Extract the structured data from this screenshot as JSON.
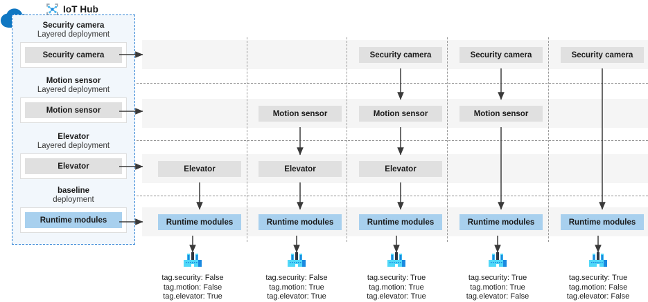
{
  "hub": {
    "title": "IoT Hub",
    "icon": "iot-hub-icon",
    "cloud_icon": "cloud-icon",
    "accent_color": "#2a7fd4",
    "panel_bg": "#f2f7fc",
    "groups": [
      {
        "title": "Security camera",
        "subtitle": "Layered deployment",
        "box_label": "Security camera",
        "box_color": "#e0e0e0"
      },
      {
        "title": "Motion sensor",
        "subtitle": "Layered deployment",
        "box_label": "Motion sensor",
        "box_color": "#e0e0e0"
      },
      {
        "title": "Elevator",
        "subtitle": "Layered deployment",
        "box_label": "Elevator",
        "box_color": "#e0e0e0"
      },
      {
        "title": "baseline",
        "subtitle": "deployment",
        "box_label": "Runtime modules",
        "box_color": "#a8d0ee"
      }
    ]
  },
  "matrix": {
    "row_labels": [
      "Security camera",
      "Motion sensor",
      "Elevator",
      "Runtime modules"
    ],
    "columns": [
      {
        "index": 1,
        "cells": [
          null,
          null,
          "Elevator",
          "Runtime modules"
        ],
        "device_icon": "factory-icon",
        "tags": [
          "tag.security: False",
          "tag.motion: False",
          "tag.elevator: True"
        ]
      },
      {
        "index": 2,
        "cells": [
          null,
          "Motion sensor",
          "Elevator",
          "Runtime modules"
        ],
        "device_icon": "factory-icon",
        "tags": [
          "tag.security: False",
          "tag.motion: True",
          "tag.elevator: True"
        ]
      },
      {
        "index": 3,
        "cells": [
          "Security camera",
          "Motion sensor",
          "Elevator",
          "Runtime modules"
        ],
        "device_icon": "factory-icon",
        "tags": [
          "tag.security: True",
          "tag.motion: True",
          "tag.elevator: True"
        ]
      },
      {
        "index": 4,
        "cells": [
          "Security camera",
          "Motion sensor",
          null,
          "Runtime modules"
        ],
        "device_icon": "factory-icon",
        "tags": [
          "tag.security: True",
          "tag.motion: True",
          "tag.elevator: False"
        ]
      },
      {
        "index": 5,
        "cells": [
          "Security camera",
          null,
          null,
          "Runtime modules"
        ],
        "device_icon": "factory-icon",
        "tags": [
          "tag.security: True",
          "tag.motion: False",
          "tag.elevator: False"
        ]
      }
    ]
  },
  "colors": {
    "band": "#f5f5f5",
    "gray_box": "#e0e0e0",
    "blue_box": "#a8d0ee",
    "arrow": "#3a3a3a",
    "factory_body": "#50d8f8",
    "factory_stack": "#1b8ae0"
  }
}
